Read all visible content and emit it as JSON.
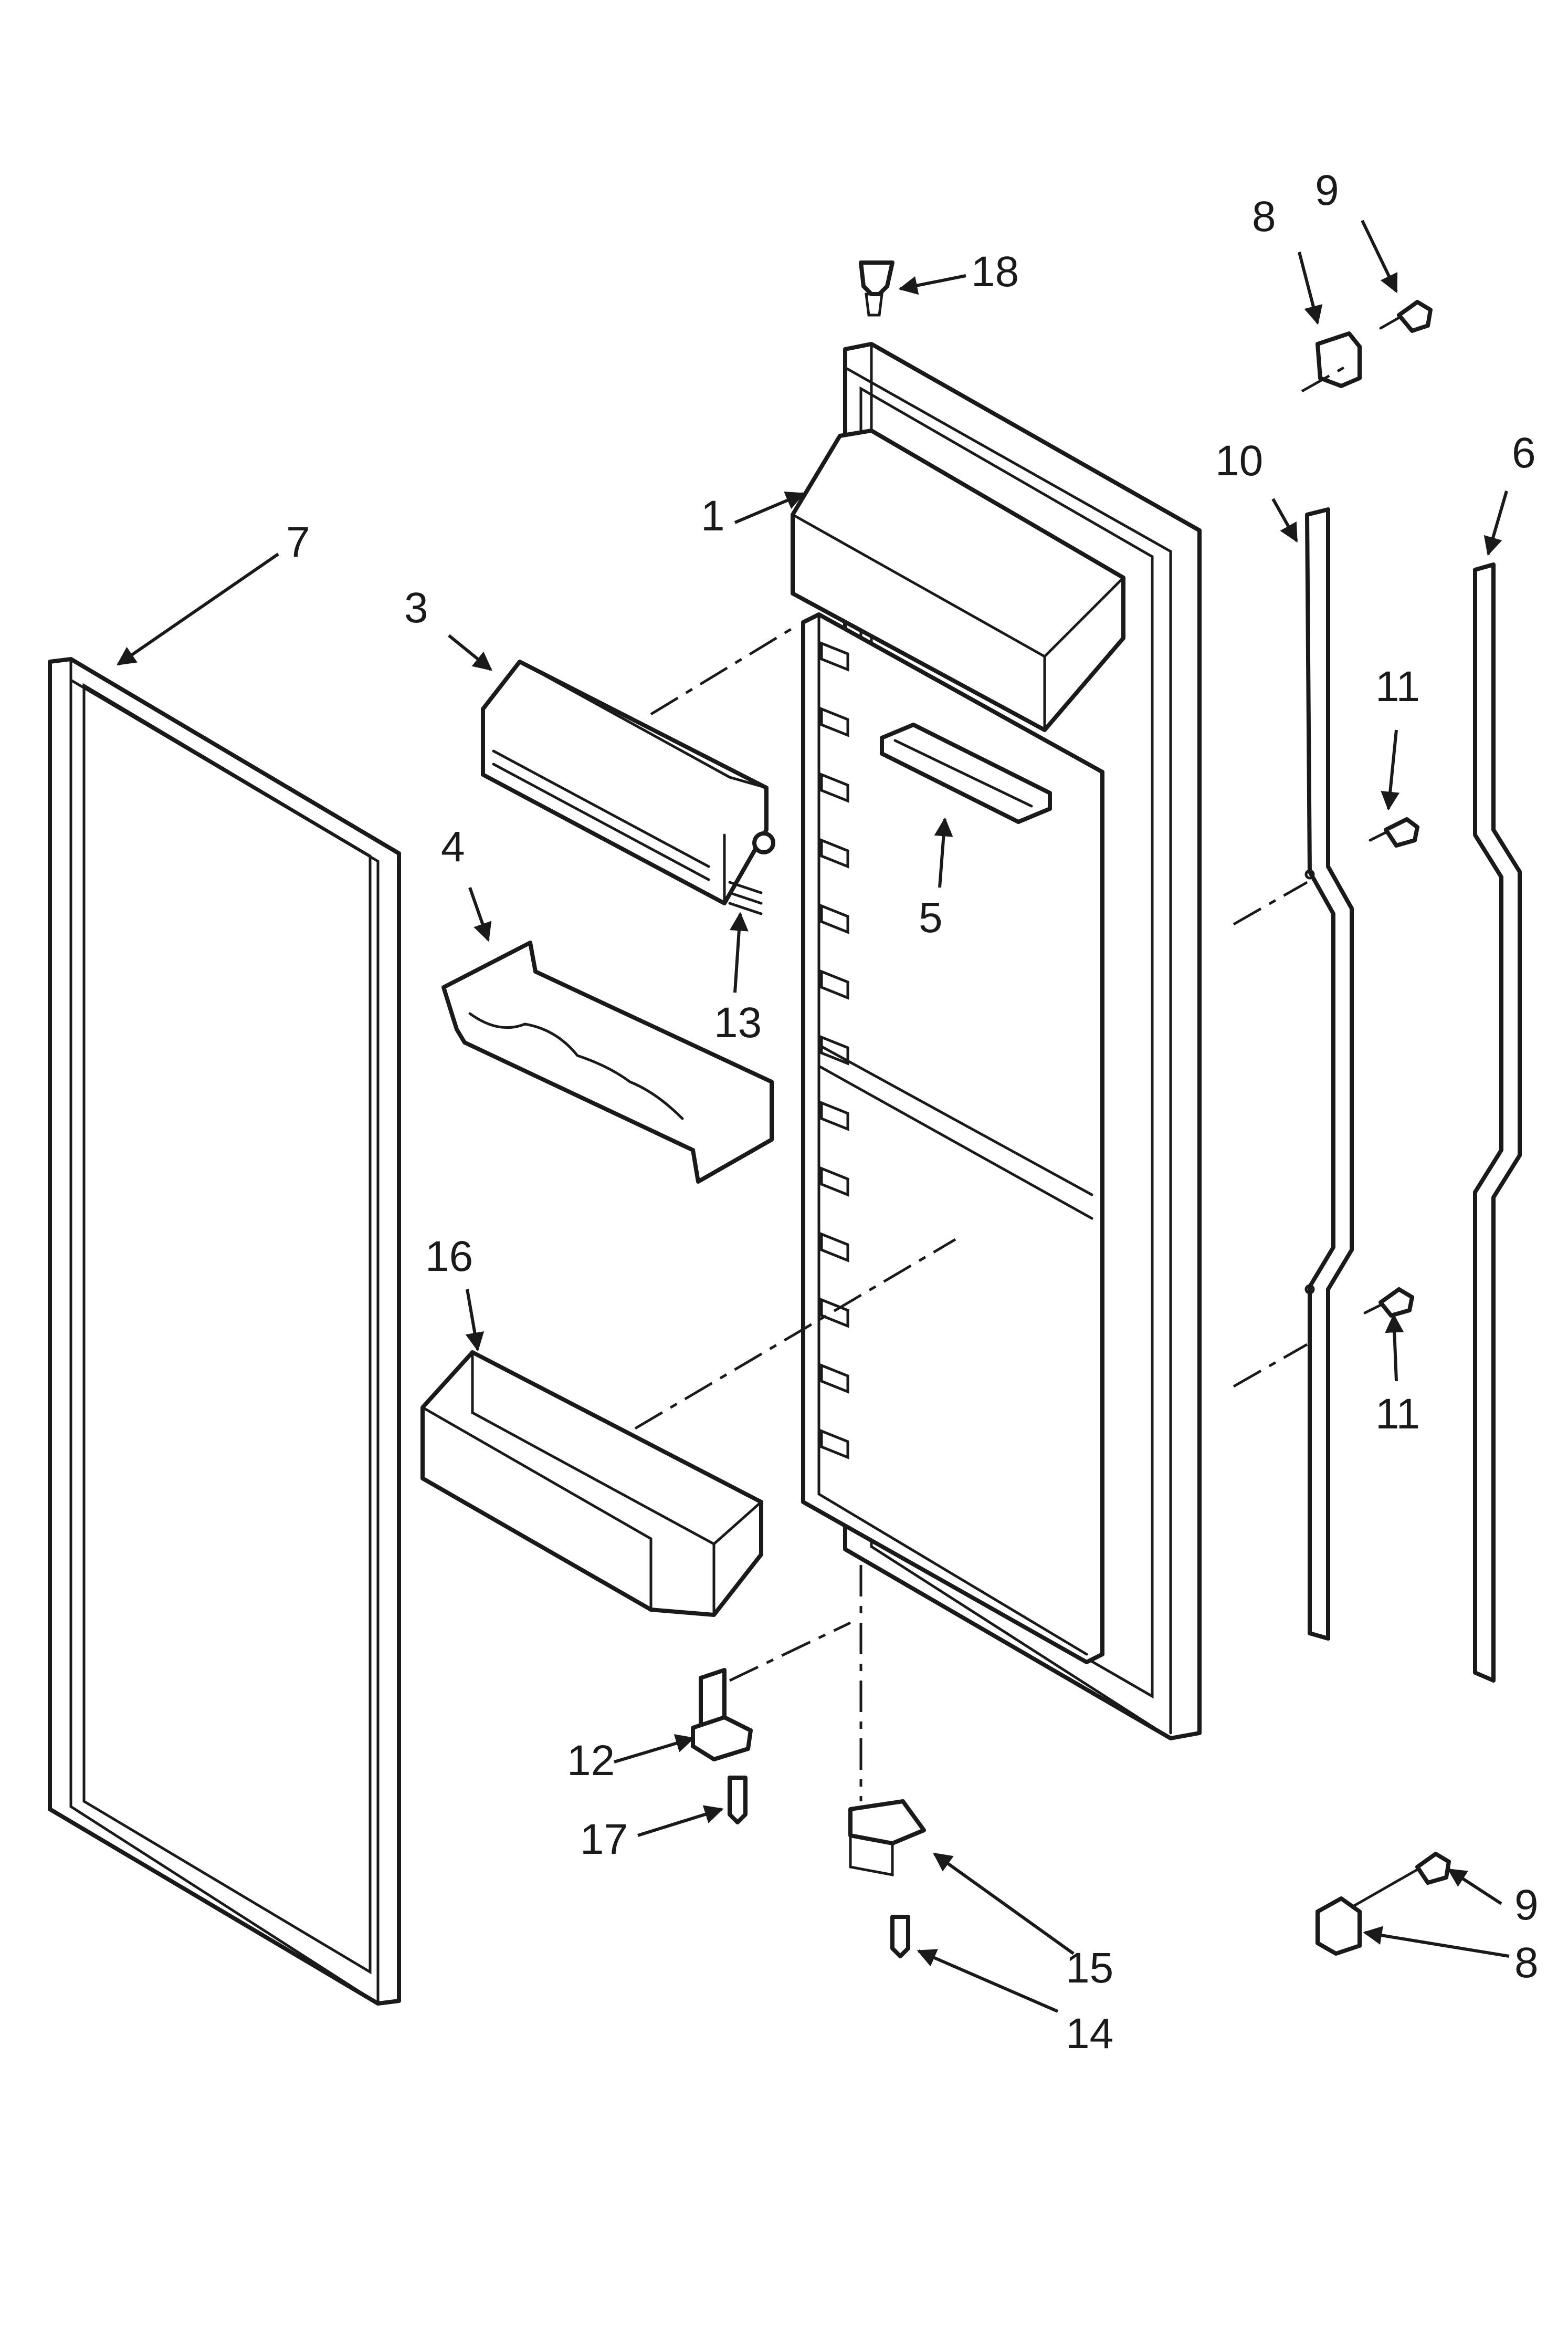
{
  "callouts": {
    "c1": "1",
    "c3": "3",
    "c4": "4",
    "c5": "5",
    "c6": "6",
    "c7": "7",
    "c8a": "8",
    "c8b": "8",
    "c9a": "9",
    "c9b": "9",
    "c10": "10",
    "c11a": "11",
    "c11b": "11",
    "c12": "12",
    "c13": "13",
    "c14": "14",
    "c15": "15",
    "c16": "16",
    "c17": "17",
    "c18": "18"
  },
  "colors": {
    "line": "#1a1a1a",
    "background": "#ffffff"
  }
}
